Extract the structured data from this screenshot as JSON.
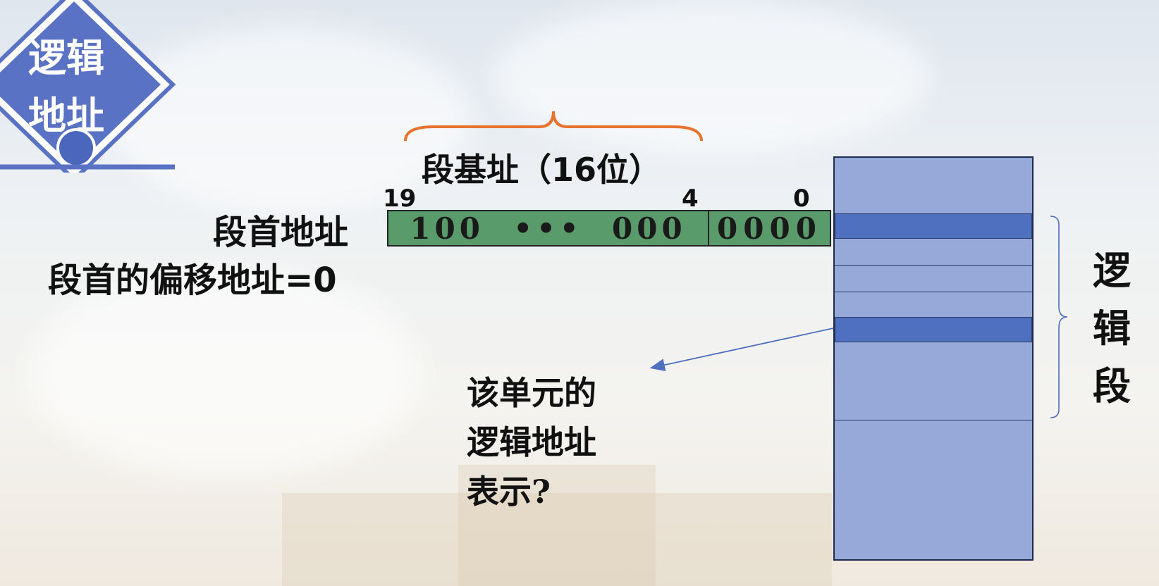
{
  "badge": {
    "line1": "逻辑",
    "line2": "地址"
  },
  "segment_base_label": "段基址（16位）",
  "bit_labels": {
    "high": "19",
    "mid": "4",
    "low": "0"
  },
  "address_bits": {
    "high_part": "100  •••  000",
    "low_part": "0000"
  },
  "labels": {
    "segment_start_address": "段首地址",
    "segment_start_offset": "段首的偏移地址=0"
  },
  "question": {
    "line1": "该单元的",
    "line2": "逻辑地址",
    "line3": "表示?"
  },
  "logical_segment_label": {
    "c1": "逻",
    "c2": "辑",
    "c3": "段"
  },
  "colors": {
    "brace": "#e8732f",
    "badge_blue": "#5a72c4",
    "binary_box": "#5a9b6b",
    "memory_block": "#97a9d8",
    "memory_highlight": "#4f6fbf"
  }
}
